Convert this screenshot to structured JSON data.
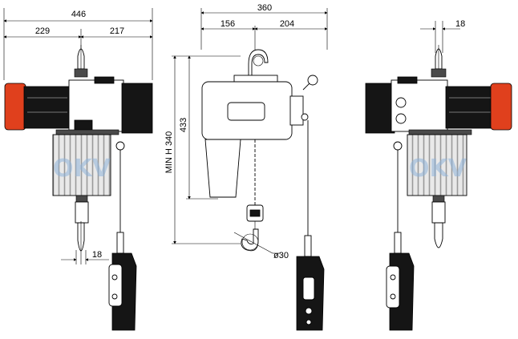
{
  "views": {
    "front": {
      "overall_width": "446",
      "left_width": "229",
      "right_width": "217",
      "hook_width": "18"
    },
    "side": {
      "overall_width": "360",
      "left_width": "156",
      "right_width": "204",
      "height": "433",
      "min_height_label": "MIN  H  340",
      "hook_diameter": "ø30"
    },
    "rear": {
      "top_hook_width": "18"
    }
  },
  "watermark": "OKV",
  "colors": {
    "accent": "#e0401d",
    "ink": "#000000",
    "body": "#151515"
  }
}
